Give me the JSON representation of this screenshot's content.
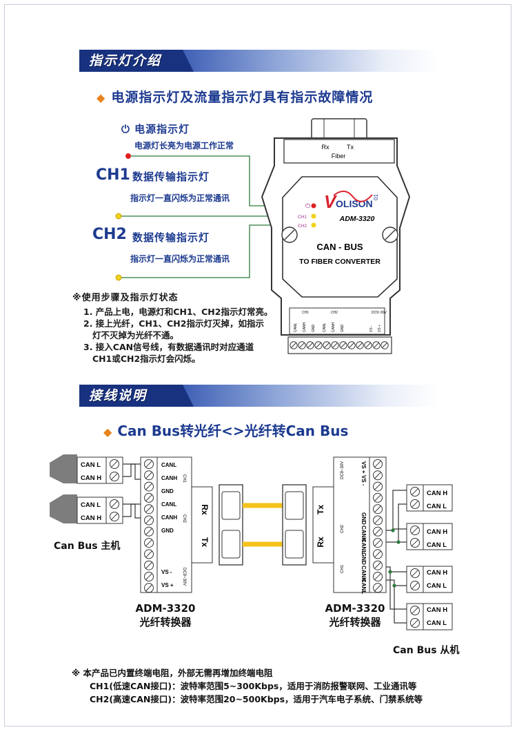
{
  "section1": {
    "banner": "指示灯介绍",
    "heading": "电源指示灯及流量指示灯具有指示故障情况",
    "power": {
      "title": "电源指示灯",
      "desc": "电源灯长亮为电源工作正常"
    },
    "ch1": {
      "label": "CH1",
      "title": "数据传输指示灯",
      "desc": "指示灯一直闪烁为正常通讯"
    },
    "ch2": {
      "label": "CH2",
      "title": "数据传输指示灯",
      "desc": "指示灯一直闪烁为正常通讯"
    },
    "steps": {
      "title": "※使用步骤及指示灯状态",
      "items": [
        "1. 产品上电，电源灯和CH1、CH2指示灯常亮。",
        "2. 接上光纤，CH1、CH2指示灯灭掉，如指示",
        "灯不灭掉为光纤不通。",
        "3. 接入CAN信号线，有数据通讯时对应通道",
        "CH1或CH2指示灯会闪烁。"
      ]
    },
    "device": {
      "fiber_rx": "Rx",
      "fiber_tx": "Tx",
      "fiber": "Fiber",
      "brand": "OLISON",
      "brand_v": "V",
      "brand_num": "01",
      "model": "ADM-3320",
      "led_ch1": "CH1",
      "led_ch2": "CH2",
      "name1": "CAN - BUS",
      "name2": "TO FIBER CONVERTER",
      "term_ch1": "CH1",
      "term_ch2": "CH2",
      "term_dc": "DC9~30V",
      "terms": [
        "CANL",
        "CANH",
        "GND",
        "CANL",
        "CANH",
        "GND",
        "VS -",
        "VS +"
      ]
    }
  },
  "section2": {
    "banner": "接线说明",
    "heading": "Can Bus转光纤<>光纤转Can Bus",
    "master_label": "Can Bus 主机",
    "slave_label": "Can Bus 从机",
    "can_l": "CAN L",
    "can_h": "CAN H",
    "left_terms": [
      "CANL",
      "CANH",
      "GND",
      "CANL",
      "CANH",
      "GND",
      "VS -",
      "VS +"
    ],
    "left_ch1": "CH1",
    "left_ch2": "CH2",
    "left_dc": "DC9~30V",
    "right_terms": [
      "VS +",
      "VS -",
      "GND",
      "CANH",
      "CANL",
      "GND",
      "CANH",
      "CANL"
    ],
    "right_ch1": "CH1",
    "right_ch2": "CH2",
    "right_dc": "DC9~30V",
    "rx": "Rx",
    "tx": "Tx",
    "left_caption": [
      "ADM-3320",
      "光纤转换器"
    ],
    "right_caption": [
      "ADM-3320",
      "光纤转换器"
    ]
  },
  "footer": {
    "note": "※ 本产品已内置终端电阻，外部无需再增加终端电阻",
    "ch1": "CH1(低速CAN接口)：波特率范围5~300Kbps，适用于消防报警联网、工业通讯等",
    "ch2": "CH2(高速CAN接口)：波特率范围20~500Kbps，适用于汽车电子系统、门禁系统等"
  },
  "colors": {
    "navy": "#1c3a8f",
    "accent": "#e8821e",
    "led_red": "#e02020",
    "led_yellow": "#f2d21b",
    "fiber": "#f5c21b",
    "brand_red": "#d9232f"
  }
}
